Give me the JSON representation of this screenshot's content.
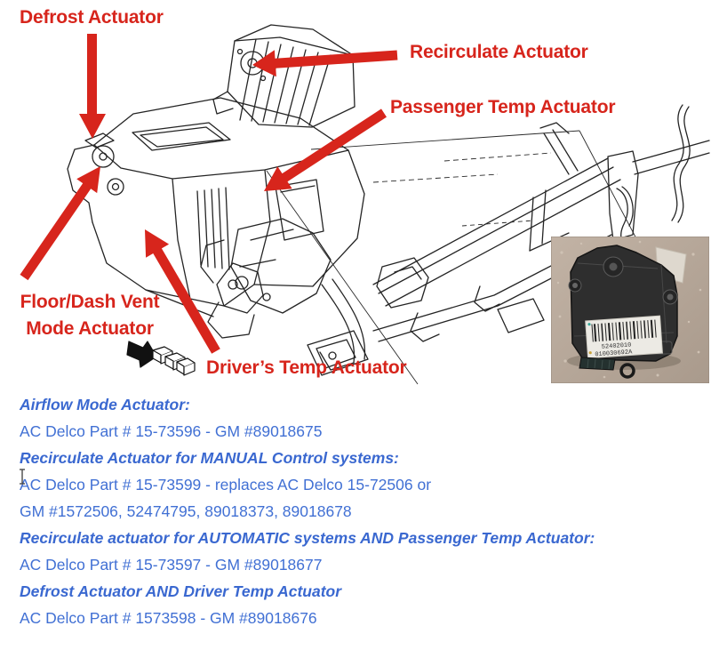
{
  "colors": {
    "label_red": "#d7251c",
    "text_blue": "#4170d4",
    "line_art": "#242424",
    "carpet_beige": "#b6a79a"
  },
  "callouts": {
    "defrost": "Defrost Actuator",
    "recirculate": "Recirculate Actuator",
    "passenger": "Passenger Temp Actuator",
    "floor_dash_line1": "Floor/Dash Vent",
    "floor_dash_line2": "Mode Actuator",
    "drivers": "Driver’s Temp Actuator"
  },
  "photo": {
    "barcode_number_1": "52402010",
    "barcode_number_2": "010030692A"
  },
  "parts": {
    "lines": [
      {
        "text": "Airflow Mode Actuator:",
        "style": "heading"
      },
      {
        "text": "AC Delco Part # 15-73596 - GM #89018675",
        "style": "normal"
      },
      {
        "text": "Recirculate Actuator for MANUAL Control systems:",
        "style": "heading"
      },
      {
        "text": "AC Delco Part # 15-73599 - replaces AC Delco 15-72506 or",
        "style": "normal"
      },
      {
        "text": "GM #1572506, 52474795, 89018373, 89018678",
        "style": "normal"
      },
      {
        "text": "Recirculate actuator for AUTOMATIC systems AND Passenger Temp Actuator:",
        "style": "heading"
      },
      {
        "text": "AC Delco Part # 15-73597 - GM #89018677",
        "style": "normal"
      },
      {
        "text": "Defrost Actuator AND Driver Temp Actuator",
        "style": "heading"
      },
      {
        "text": "AC Delco Part # 1573598 - GM #89018676",
        "style": "normal"
      }
    ]
  }
}
